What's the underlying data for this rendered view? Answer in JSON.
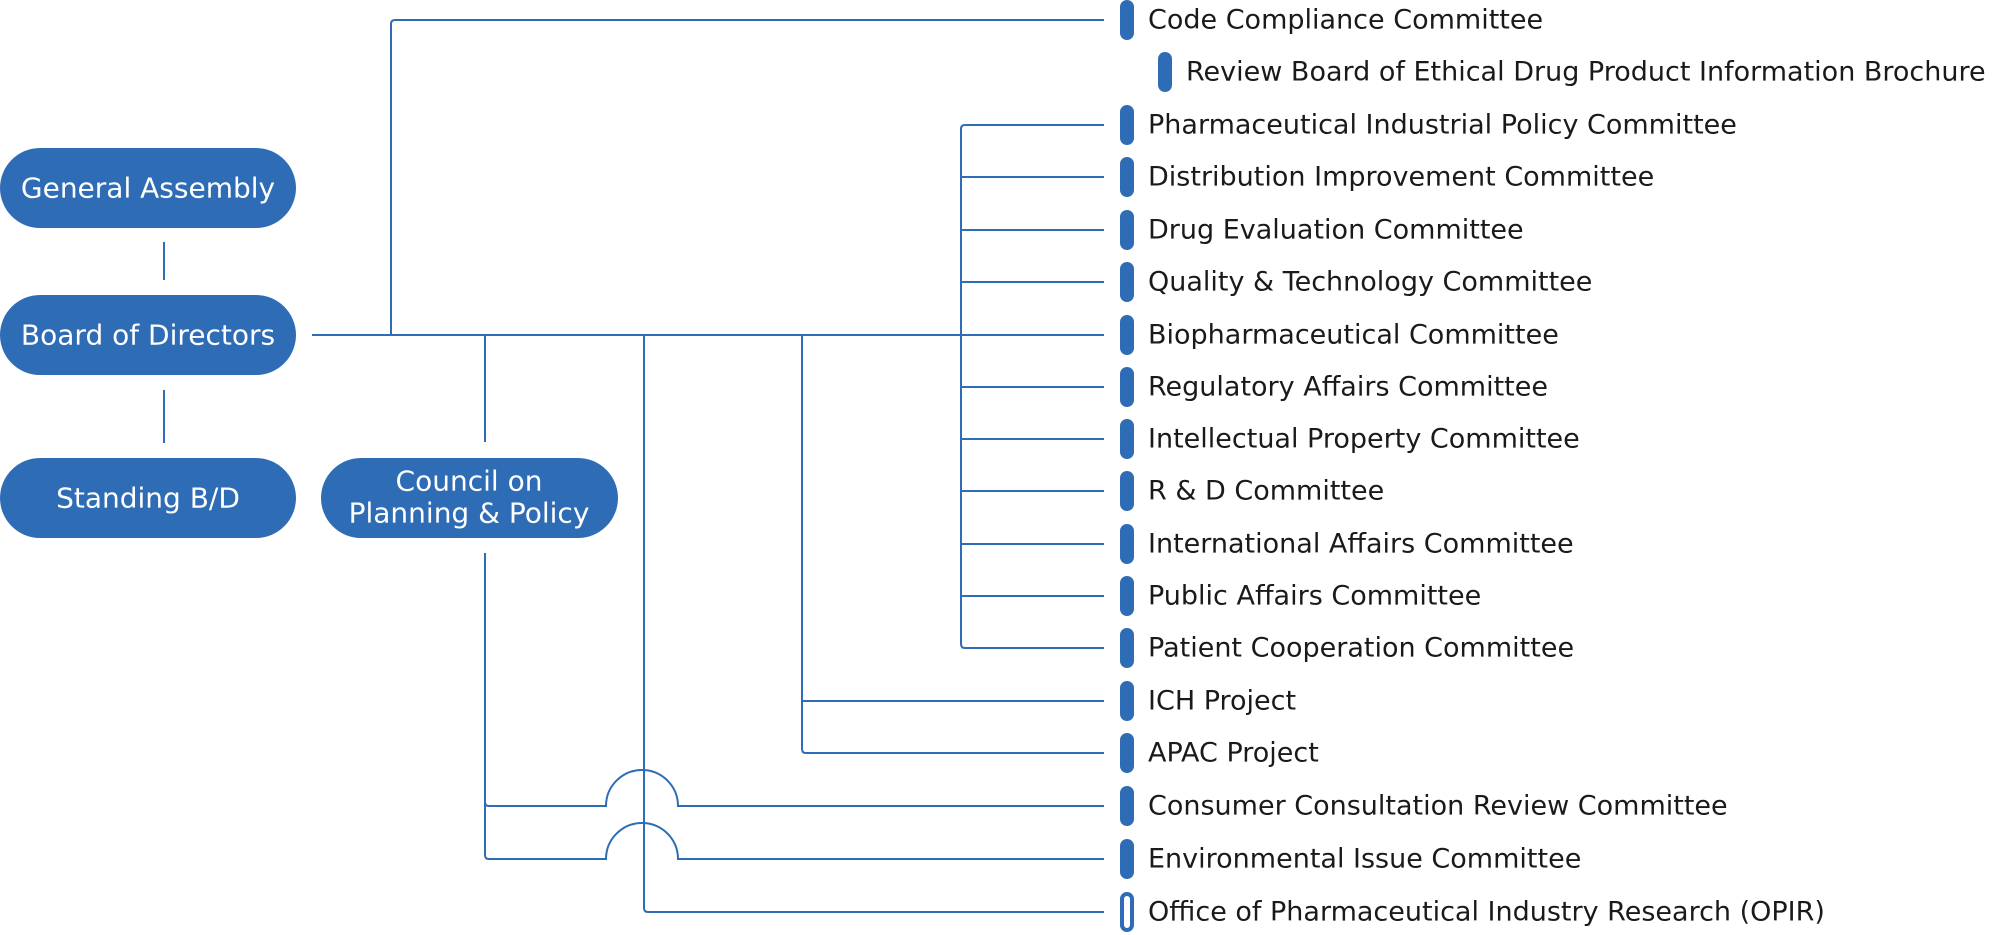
{
  "main_nodes": {
    "general_assembly": "General Assembly",
    "board_of_directors": "Board of Directors",
    "standing_bd": "Standing B/D",
    "council_line1": "Council on",
    "council_line2": "Planning & Policy"
  },
  "committees": [
    "Code Compliance Committee",
    "Review Board of Ethical Drug Product Information Brochure",
    "Pharmaceutical Industrial Policy Committee",
    "Distribution Improvement Committee",
    "Drug Evaluation Committee",
    "Quality & Technology Committee",
    "Biopharmaceutical Committee",
    "Regulatory Affairs Committee",
    "Intellectual Property Committee",
    "R & D Committee",
    "International Affairs Committee",
    "Public Affairs Committee",
    "Patient Cooperation Committee",
    "ICH Project",
    "APAC Project",
    "Consumer Consultation Review Committee",
    "Environmental Issue Committee",
    "Office of Pharmaceutical Industry Research (OPIR)"
  ],
  "colors": {
    "accent": "#2e6db5",
    "text": "#1a1a1a"
  }
}
